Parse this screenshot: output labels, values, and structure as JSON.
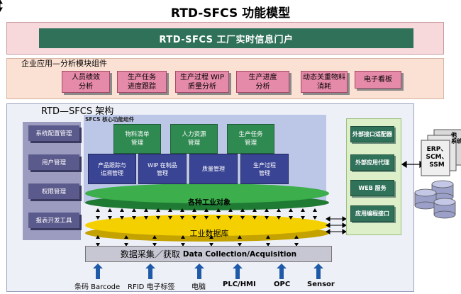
{
  "title": "RTD-SFCS 功能模型",
  "portal": {
    "label": "RTD-SFCS  工厂实时信息门户"
  },
  "biz": {
    "label": "企业应用—分析模块组件",
    "modules": [
      {
        "line1": "人员绩效",
        "line2": "分析"
      },
      {
        "line1": "生产任务",
        "line2": "进度跟踪"
      },
      {
        "line1": "生产过程 WIP",
        "line2": "质量分析"
      },
      {
        "line1": "生产进度",
        "line2": "分析"
      },
      {
        "line1": "动态关重物料",
        "line2": "消耗"
      },
      {
        "line1": "电子看板",
        "line2": ""
      }
    ]
  },
  "arch": {
    "label": "RTD—SFCS 架构",
    "left_items": [
      "系统配置管理",
      "用户管理",
      "权限管理",
      "报表开发工具"
    ],
    "core_label": "SFCS 核心功能组件",
    "core_top": [
      {
        "line1": "物料清单",
        "line2": "管理"
      },
      {
        "line1": "人力资源",
        "line2": "管理"
      },
      {
        "line1": "生产任务",
        "line2": "管理"
      }
    ],
    "core_bottom": [
      {
        "line1": "产品跟踪与",
        "line2": "追溯管理"
      },
      {
        "line1": "WIP 在制品",
        "line2": "管理"
      },
      {
        "line1": "质量管理",
        "line2": ""
      },
      {
        "line1": "生产过程",
        "line2": "管理"
      }
    ],
    "industrial_objects": "各种工业对象",
    "industrial_db": "工业数据库",
    "external": [
      "外部接口适配器",
      "外部应用代理",
      "WEB 服务",
      "应用编程接口"
    ]
  },
  "external_systems": {
    "front": [
      "ERP、",
      "SCM、",
      "SSM"
    ],
    "back_fragment": "他\n系统"
  },
  "collection": {
    "cn": "数据采集／获取",
    "en": "Data Collection/Acquisition"
  },
  "sources": [
    "条码 Barcode",
    "RFID 电子标签",
    "电脑",
    "PLC/HMI",
    "OPC",
    "Sensor"
  ],
  "colors": {
    "portal_bar": "#2f7159",
    "module": "#e58aa8",
    "core_green": "#2f8a52",
    "core_blue": "#3a4494",
    "ellipse_green": "#3cae4c",
    "ellipse_yellow": "#f5d000",
    "arrow_blue": "#1f5aa8"
  }
}
